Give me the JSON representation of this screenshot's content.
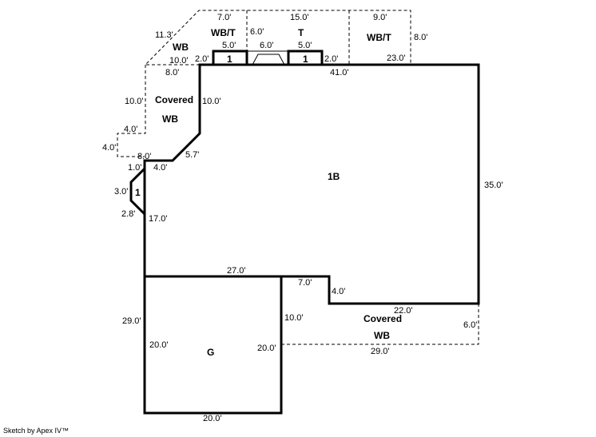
{
  "footer": "Sketch by Apex IV™",
  "areas": {
    "main": "1B",
    "garage": "G",
    "bay_left": "1",
    "top_box_left": "1",
    "top_box_right": "1",
    "covered_left_1": "Covered",
    "covered_left_2": "WB",
    "wb_top_left": "WB",
    "wbt_left": "WB/T",
    "t_middle": "T",
    "wbt_right": "WB/T",
    "covered_bottom_1": "Covered",
    "covered_bottom_2": "WB"
  },
  "dimensions": {
    "d_11_3": "11.3'",
    "d_10_0_top": "10.0'",
    "d_8_0_top": "8.0'",
    "d_2_0_left": "2.0'",
    "d_7_0_top": "7.0'",
    "d_5_0_a": "5.0'",
    "d_6_0_side": "6.0'",
    "d_6_0_mid": "6.0'",
    "d_15_0": "15.0'",
    "d_5_0_b": "5.0'",
    "d_2_0_right": "2.0'",
    "d_9_0": "9.0'",
    "d_23_0": "23.0'",
    "d_8_0_right": "8.0'",
    "d_41_0": "41.0'",
    "d_10_0_porch": "10.0'",
    "d_10_0_wall": "10.0'",
    "d_4_0_porch_top": "4.0'",
    "d_4_0_porch_side": "4.0'",
    "d_8_0_porch_bottom": "8.0'",
    "d_5_7": "5.7'",
    "d_1_0": "1.0'",
    "d_4_0_wall": "4.0'",
    "d_3_0": "3.0'",
    "d_2_8": "2.8'",
    "d_17_0": "17.0'",
    "d_35_0": "35.0'",
    "d_27_0": "27.0'",
    "d_7_0_bottom": "7.0'",
    "d_4_0_step": "4.0'",
    "d_22_0": "22.0'",
    "d_6_0_bottom": "6.0'",
    "d_29_0_bottom": "29.0'",
    "d_10_0_garage": "10.0'",
    "d_29_0_left": "29.0'",
    "d_20_0_g_left": "20.0'",
    "d_20_0_g_right": "20.0'",
    "d_20_0_g_bottom": "20.0'"
  }
}
